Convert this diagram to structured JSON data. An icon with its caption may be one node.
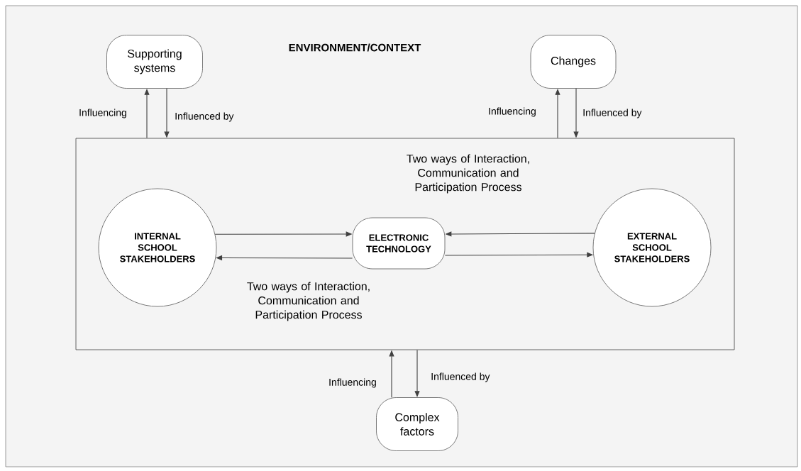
{
  "diagram": {
    "title": "ENVIRONMENT/CONTEXT",
    "nodes": [
      {
        "text": [
          "Supporting systems"
        ]
      },
      {
        "text": [
          "Changes"
        ]
      },
      {
        "text": [],
        "shape": "box"
      },
      {
        "text": [
          "INTERNAL SCHOOL STAKEHOLDERS"
        ],
        "in": 2
      },
      {
        "text": [
          "ELECTRONIC TECHNOLOGY"
        ],
        "in": 2
      },
      {
        "text": [
          "EXTERNAL SCHOOL STAKEHOLDERS"
        ],
        "in": 2
      },
      {
        "text": [
          "Complex factors"
        ]
      }
    ],
    "edges": [
      {
        "from": 2,
        "to": 0,
        "arrow": "to",
        "label": "Influencing"
      },
      {
        "from": 0,
        "to": 2,
        "arrow": "to",
        "label": "Influenced by"
      },
      {
        "from": 2,
        "to": 1,
        "arrow": "to",
        "label": "Influencing"
      },
      {
        "from": 1,
        "to": 2,
        "arrow": "to",
        "label": "Influenced by"
      },
      {
        "from": 3,
        "to": 4,
        "arrow": "to"
      },
      {
        "from": 4,
        "to": 3,
        "arrow": "to",
        "label": "Two ways of Interaction, Communication and Participation Process"
      },
      {
        "from": 5,
        "to": 4,
        "arrow": "to",
        "label": "Two ways of Interaction, Communication and Participation Process"
      },
      {
        "from": 4,
        "to": 5,
        "arrow": "to"
      },
      {
        "from": 6,
        "to": 2,
        "arrow": "to",
        "label": "Influencing"
      },
      {
        "from": 2,
        "to": 6,
        "arrow": "to",
        "label": "Influenced by"
      }
    ]
  }
}
